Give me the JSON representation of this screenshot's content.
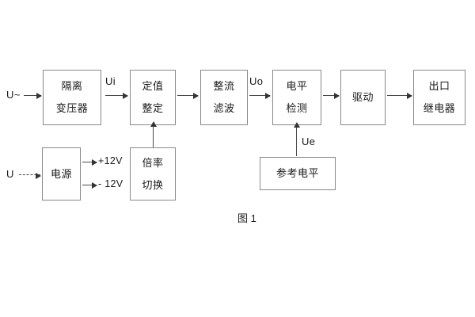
{
  "figure": {
    "caption": "图 1",
    "type": "block-diagram"
  },
  "blocks": {
    "isolation_transformer": {
      "line1": "隔离",
      "line2": "变压器"
    },
    "setting_value": {
      "line1": "定值",
      "line2": "整定"
    },
    "rectify_filter": {
      "line1": "整流",
      "line2": "滤波"
    },
    "level_detect": {
      "line1": "电平",
      "line2": "检测"
    },
    "drive": {
      "line1": "驱动"
    },
    "output_relay": {
      "line1": "出口",
      "line2": "继电器"
    },
    "power_supply": {
      "line1": "电源"
    },
    "multiplier_switch": {
      "line1": "倍率",
      "line2": "切换"
    },
    "reference_level": {
      "line1": "参考电平"
    }
  },
  "labels": {
    "input_ac": "U~",
    "input_dc": "U",
    "ui": "Ui",
    "uo": "Uo",
    "ue": "Ue",
    "pos_12v": "+12V",
    "neg_12v": "- 12V"
  },
  "colors": {
    "background": "#ffffff",
    "box_border": "#888888",
    "text": "#1a1a1a",
    "connector": "#4a4a4a",
    "arrowhead": "#333333"
  }
}
